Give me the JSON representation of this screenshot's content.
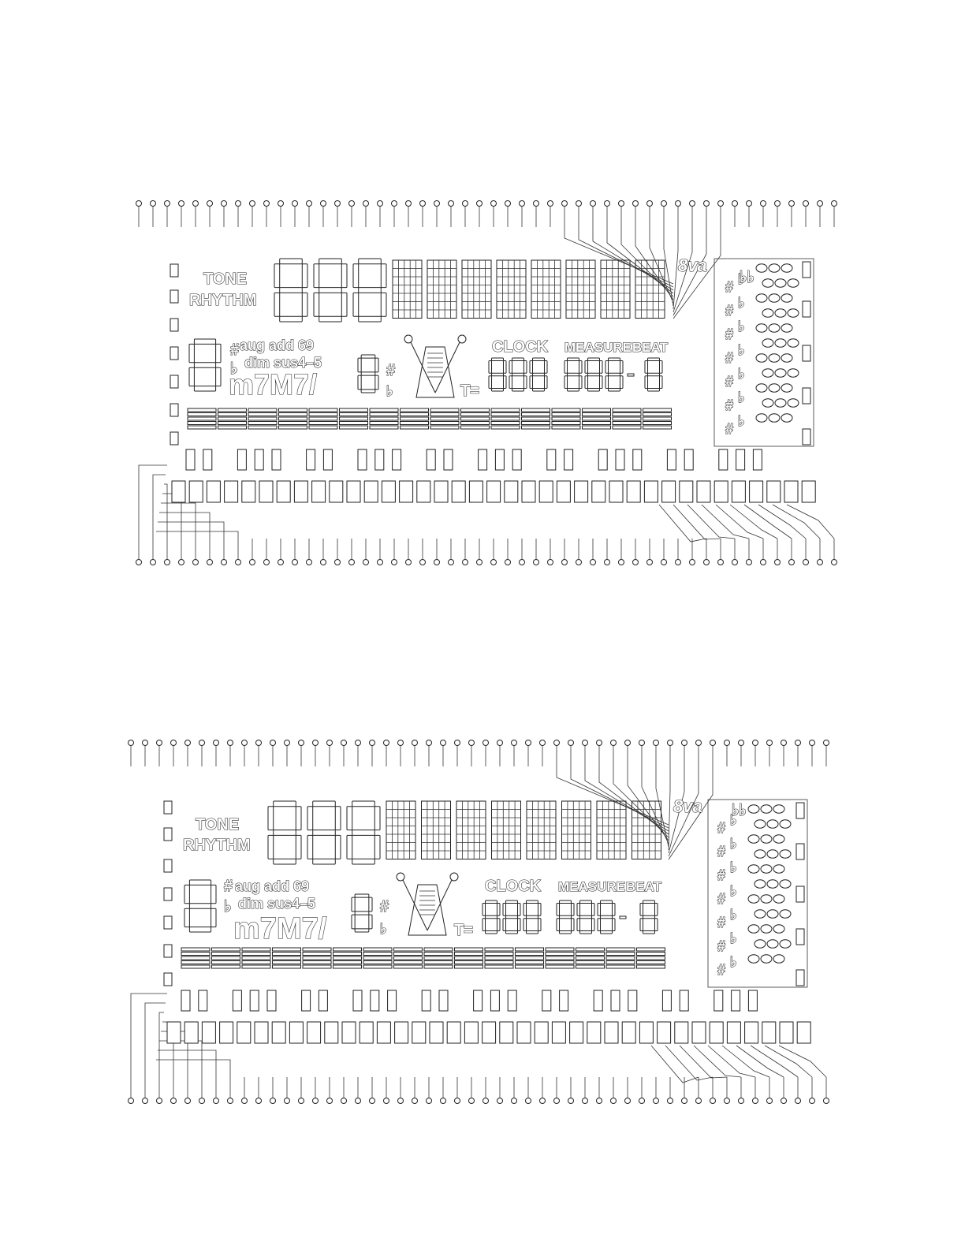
{
  "panels": [
    {
      "id": "top",
      "labels": {
        "tone": "TONE",
        "rhythm": "RHYTHM",
        "chord_row1": "aug add 69",
        "chord_row2": "dim sus4–5",
        "chord_main": "m7M7/",
        "clock": "CLOCK",
        "measure": "MEASURE",
        "beat": "BEAT",
        "tempo": "T=",
        "octave": "8va",
        "sharp": "#",
        "flat": "♭",
        "double_flat": "♭♭"
      }
    },
    {
      "id": "bottom",
      "labels": {
        "tone": "TONE",
        "rhythm": "RHYTHM",
        "chord_row1": "aug add 69",
        "chord_row2": "dim sus4–5",
        "chord_main": "m7M7/",
        "clock": "CLOCK",
        "measure": "MEASURE",
        "beat": "BEAT",
        "tempo": "T=",
        "octave": "8va",
        "sharp": "#",
        "flat": "♭",
        "double_flat": "♭♭"
      }
    }
  ],
  "icons": {
    "metronome": "metronome-icon",
    "seven_segment": "seven-segment-digit-icon",
    "dot_matrix": "dot-matrix-character-icon",
    "note_head": "note-head-icon",
    "key": "keyboard-key-icon",
    "pin": "connector-pin-icon"
  },
  "colors": {
    "line": "#222222",
    "background": "#ffffff"
  }
}
